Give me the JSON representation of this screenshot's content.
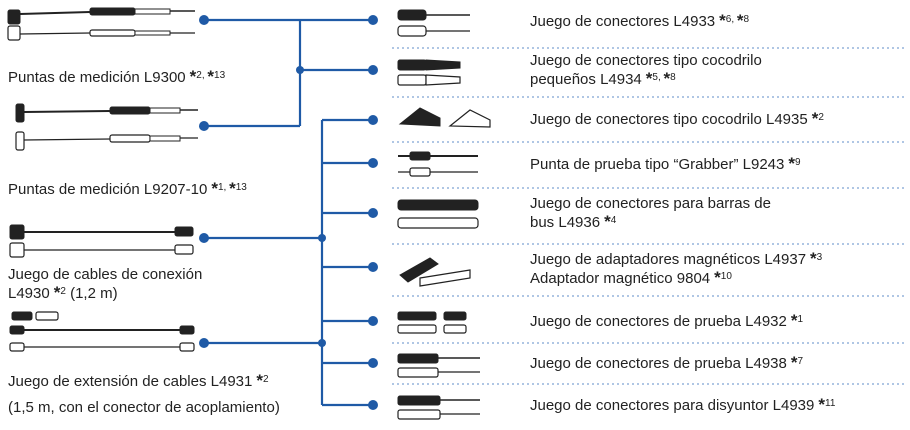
{
  "left_items": [
    {
      "id": "l9300",
      "name": "Puntas de medición L9300",
      "notes": "2, ",
      "notes2": "13"
    },
    {
      "id": "l9207",
      "name": "Puntas de medición L9207-10",
      "notes": "1, ",
      "notes2": "13"
    },
    {
      "id": "l4930",
      "line1": "Juego de cables de conexión",
      "line2": "L4930",
      "notes": "2",
      "suffix": "(1,2 m)"
    },
    {
      "id": "l4931",
      "line1": "Juego de extensión de cables L4931",
      "notes": "2",
      "line2": "(1,5 m, con el conector de acoplamiento)"
    }
  ],
  "right_items": [
    {
      "id": "l4933",
      "line1": "Juego de conectores L4933",
      "notes": "6, ",
      "notes2": "8"
    },
    {
      "id": "l4934",
      "line1": "Juego de conectores tipo cocodrilo",
      "line2": "pequeños L4934",
      "notes": "5, ",
      "notes2": "8"
    },
    {
      "id": "l4935",
      "line1": "Juego de conectores tipo cocodrilo L4935",
      "notes": "2"
    },
    {
      "id": "l9243",
      "line1": "Punta de prueba tipo “Grabber” L9243",
      "notes": "9"
    },
    {
      "id": "l4936",
      "line1": "Juego de conectores para barras de",
      "line2": "bus L4936",
      "notes": "4"
    },
    {
      "id": "l4937",
      "line1": "Juego de adaptadores magnéticos L4937",
      "notes": "3",
      "line2": "Adaptador magnético 9804",
      "notes2": "10"
    },
    {
      "id": "l4932",
      "line1": "Juego de conectores de prueba L4932",
      "notes": "1"
    },
    {
      "id": "l4938",
      "line1": "Juego de conectores de prueba L4938",
      "notes": "7"
    },
    {
      "id": "l4939",
      "line1": "Juego de conectores para disyuntor L4939",
      "notes": "11"
    }
  ],
  "asterisk": "*",
  "colors": {
    "line": "#1f5aa6",
    "dots": "#1f5aa6",
    "divider": "#7fa4d4",
    "probe": "#222222"
  }
}
